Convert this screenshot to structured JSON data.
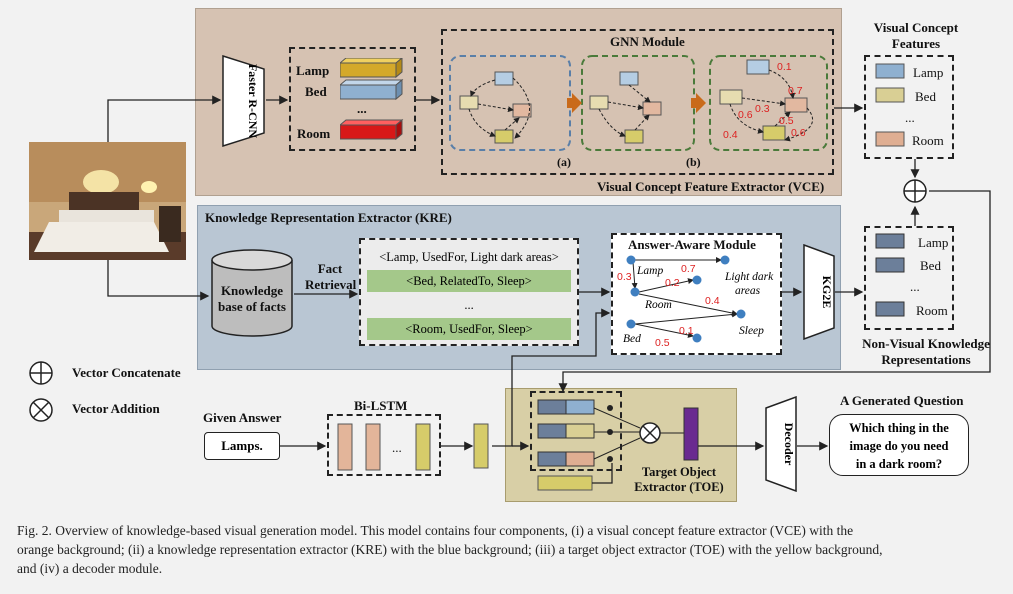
{
  "vce": {
    "title": "Visual Concept Feature Extractor (VCE)",
    "detector": "Faster R-CNN",
    "objects": [
      "Lamp",
      "Bed",
      "...",
      "Room"
    ],
    "gnn_title": "GNN Module",
    "gnn_sub_a": "(a)",
    "gnn_sub_b": "(b)",
    "edge_weights": [
      "0.1",
      "0.7",
      "0.3",
      "0.5",
      "0.6",
      "0.6",
      "0.4"
    ]
  },
  "visual_features": {
    "title_line1": "Visual Concept",
    "title_line2": "Features",
    "items": [
      "Lamp",
      "Bed",
      "...",
      "Room"
    ]
  },
  "kre": {
    "title": "Knowledge Representation Extractor (KRE)",
    "kb_line1": "Knowledge",
    "kb_line2": "base of facts",
    "retrieval_line1": "Fact",
    "retrieval_line2": "Retrieval",
    "facts": [
      "<Lamp, UsedFor, Light dark areas>",
      "<Bed, RelatedTo, Sleep>",
      "...",
      "<Room, UsedFor, Sleep>"
    ],
    "aam_title": "Answer-Aware Module",
    "aam_nodes": [
      "Lamp",
      "Light dark",
      "areas",
      "Room",
      "Sleep",
      "Bed"
    ],
    "aam_weights": [
      "0.3",
      "0.7",
      "0.2",
      "0.4",
      "0.1",
      "0.5"
    ],
    "kg2e": "KG2E"
  },
  "nonvisual": {
    "items": [
      "Lamp",
      "Bed",
      "...",
      "Room"
    ],
    "title_line1": "Non-Visual Knowledge",
    "title_line2": "Representations"
  },
  "legend": {
    "concat": "Vector Concatenate",
    "add": "Vector Addition"
  },
  "bottom": {
    "given_answer": "Given Answer",
    "answer": "Lamps.",
    "bilstm": "Bi-LSTM",
    "ellipsis": "...",
    "toe_line1": "Target Object",
    "toe_line2": "Extractor (TOE)",
    "decoder": "Decoder",
    "gen_title": "A Generated Question",
    "question_line1": "Which thing in the",
    "question_line2": "image do you need",
    "question_line3": "in a dark room?"
  },
  "caption": {
    "line1": "Fig. 2.  Overview of knowledge-based visual generation model. This model contains four components, (i) a visual concept feature extractor (VCE) with the",
    "line2": "orange background; (ii) a knowledge representation extractor (KRE) with the blue background; (iii) a target object extractor (TOE) with the yellow background,",
    "line3": "and (iv) a decoder module."
  }
}
